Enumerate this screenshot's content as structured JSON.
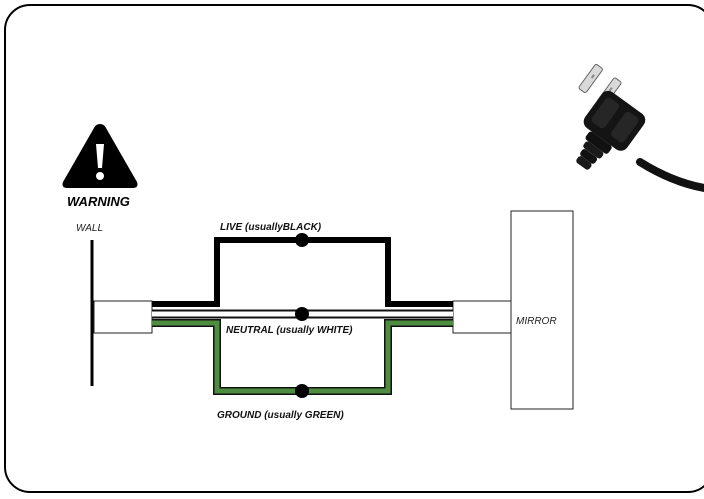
{
  "warning": {
    "label": "WARNING"
  },
  "wall": {
    "label": "WALL"
  },
  "mirror": {
    "label": "MIRROR"
  },
  "wires": {
    "live_label": "LIVE (usuallyBLACK)",
    "neutral_label": "NEUTRAL (usually WHITE)",
    "ground_label": "GROUND (usually GREEN)"
  },
  "colors": {
    "live": "#000000",
    "neutral": "#ffffff",
    "ground": "#4e8c3f",
    "outline": "#111111"
  },
  "icons": [
    "warning-icon",
    "power-plug-icon"
  ]
}
